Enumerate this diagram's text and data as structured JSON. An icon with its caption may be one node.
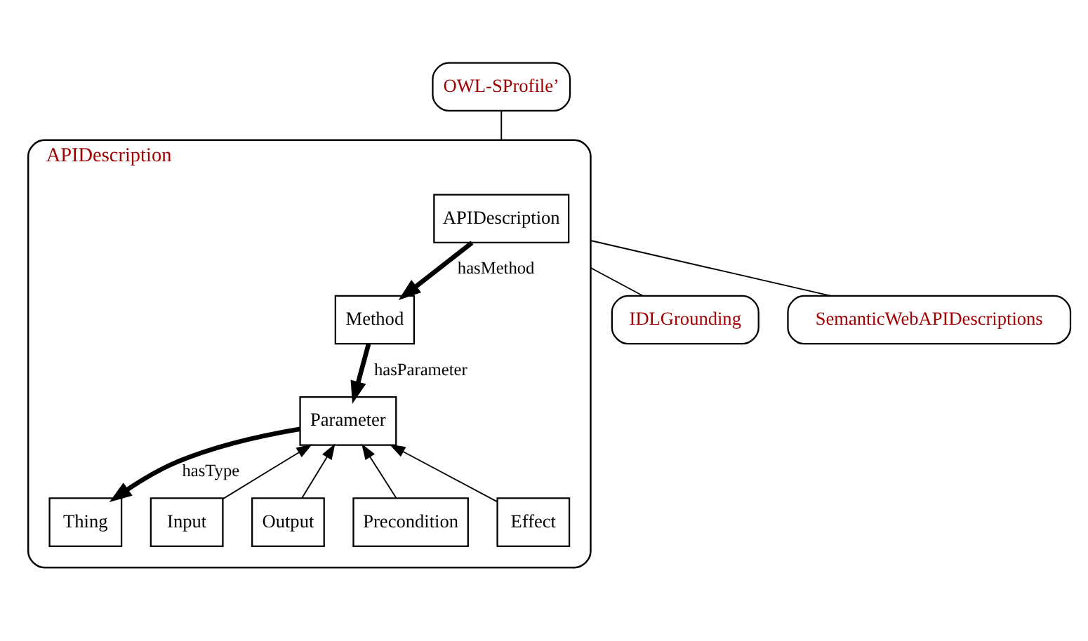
{
  "diagram": {
    "nodes": [
      {
        "text": [
          "APIDescription"
        ]
      },
      {
        "text": [
          "APIDescription"
        ],
        "in": 0
      },
      {
        "text": [
          "Method"
        ],
        "in": 0
      },
      {
        "text": [
          "Parameter"
        ],
        "in": 0
      },
      {
        "text": [
          "Thing"
        ],
        "in": 0
      },
      {
        "text": [
          "Input"
        ],
        "in": 0
      },
      {
        "text": [
          "Output"
        ],
        "in": 0
      },
      {
        "text": [
          "Precondition"
        ],
        "in": 0
      },
      {
        "text": [
          "Effect"
        ],
        "in": 0
      },
      {
        "text": [
          "OWL-SProfile’"
        ]
      },
      {
        "text": [
          "IDLGrounding"
        ]
      },
      {
        "text": [
          "SemanticWebAPIDescriptions"
        ]
      }
    ],
    "edges": [
      {
        "from": 1,
        "to": 2,
        "arrow": "to",
        "label": "hasMethod",
        "style": "thick"
      },
      {
        "from": 2,
        "to": 3,
        "arrow": "to",
        "label": "hasParameter",
        "style": "thick"
      },
      {
        "from": 3,
        "to": 4,
        "arrow": "to",
        "label": "hasType",
        "style": "thick"
      },
      {
        "from": 5,
        "to": 3,
        "arrow": "to"
      },
      {
        "from": 6,
        "to": 3,
        "arrow": "to"
      },
      {
        "from": 7,
        "to": 3,
        "arrow": "to"
      },
      {
        "from": 8,
        "to": 3,
        "arrow": "to"
      },
      {
        "from": 9,
        "to": 0,
        "arrow": "none"
      },
      {
        "from": 0,
        "to": 10,
        "arrow": "none"
      },
      {
        "from": 0,
        "to": 11,
        "arrow": "none"
      }
    ]
  }
}
